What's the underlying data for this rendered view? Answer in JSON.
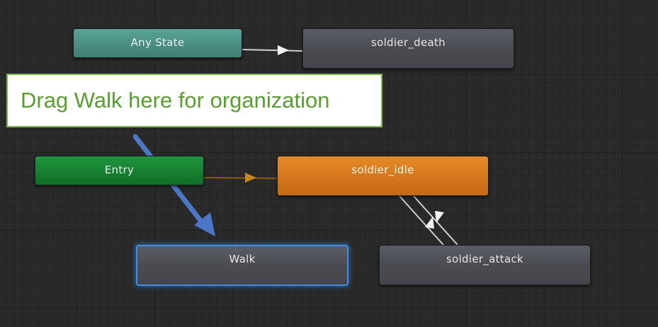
{
  "states": {
    "any_state": "Any State",
    "death": "soldier_death",
    "entry": "Entry",
    "idle": "soldier_idle",
    "walk": "Walk",
    "attack": "soldier_attack"
  },
  "callout": {
    "text": "Drag Walk here for organization"
  },
  "colors": {
    "any_state": "#4a8e82",
    "entry": "#16802f",
    "default_state": "#d4761c",
    "state": "#4a4c52",
    "selection": "#3d8fe6",
    "callout_text": "#5a9e2f",
    "callout_border": "#7ab648",
    "arrow": "#4b77c6"
  }
}
